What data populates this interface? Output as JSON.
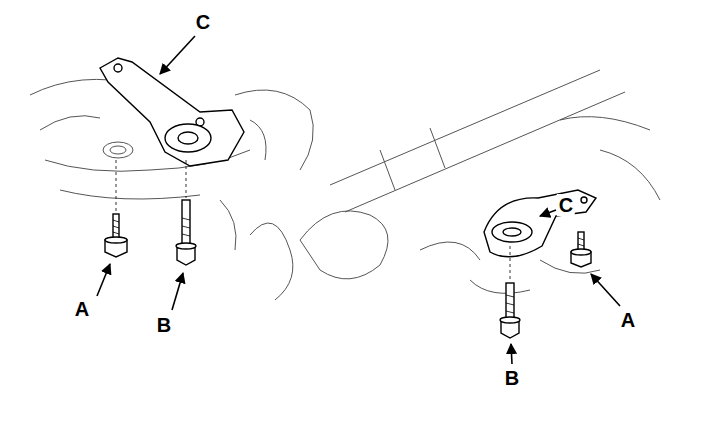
{
  "diagram": {
    "labels": [
      "C",
      "C",
      "A",
      "A",
      "B",
      "B"
    ]
  }
}
